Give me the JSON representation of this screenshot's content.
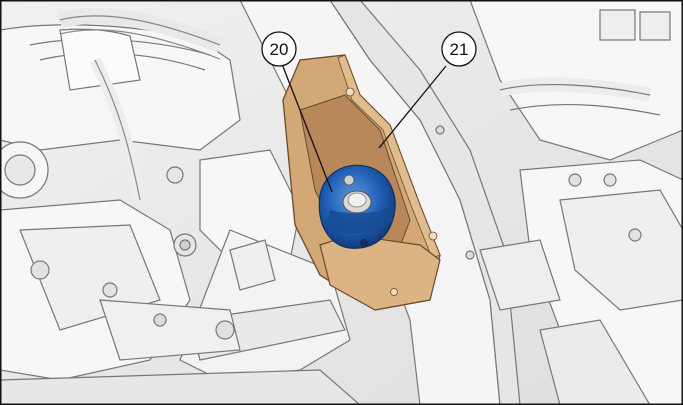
{
  "figure": {
    "callouts": [
      {
        "label": "20",
        "target": "engine-mount-bolt"
      },
      {
        "label": "21",
        "target": "mount-bracket"
      }
    ],
    "colors": {
      "bracket": "#d2a877",
      "bracket_shadow": "#b8875a",
      "mount": "#1f5fb4",
      "mount_light": "#4f8ad8",
      "line_art": "#7d7d7d",
      "background": "#ececec"
    }
  }
}
